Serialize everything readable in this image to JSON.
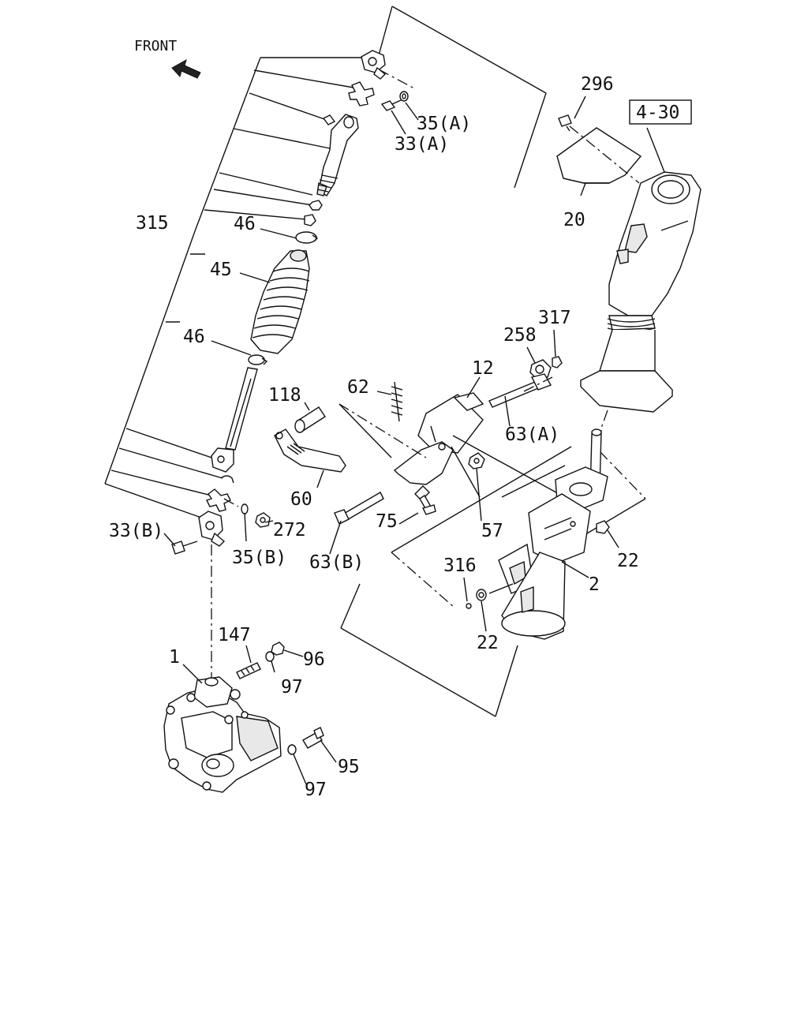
{
  "diagram": {
    "front_label": "FRONT",
    "ref_box": "4-30",
    "callouts": {
      "c296": "296",
      "c35a": "35(A)",
      "c33a": "33(A)",
      "c20": "20",
      "c315": "315",
      "c46a": "46",
      "c45": "45",
      "c46b": "46",
      "c317": "317",
      "c258": "258",
      "c12": "12",
      "c62": "62",
      "c118": "118",
      "c63a": "63(A)",
      "c60": "60",
      "c272": "272",
      "c33b": "33(B)",
      "c35b": "35(B)",
      "c63b": "63(B)",
      "c75": "75",
      "c57": "57",
      "c22a": "22",
      "c316": "316",
      "c2": "2",
      "c22b": "22",
      "c147": "147",
      "c1": "1",
      "c96": "96",
      "c97a": "97",
      "c95": "95",
      "c97b": "97"
    }
  }
}
